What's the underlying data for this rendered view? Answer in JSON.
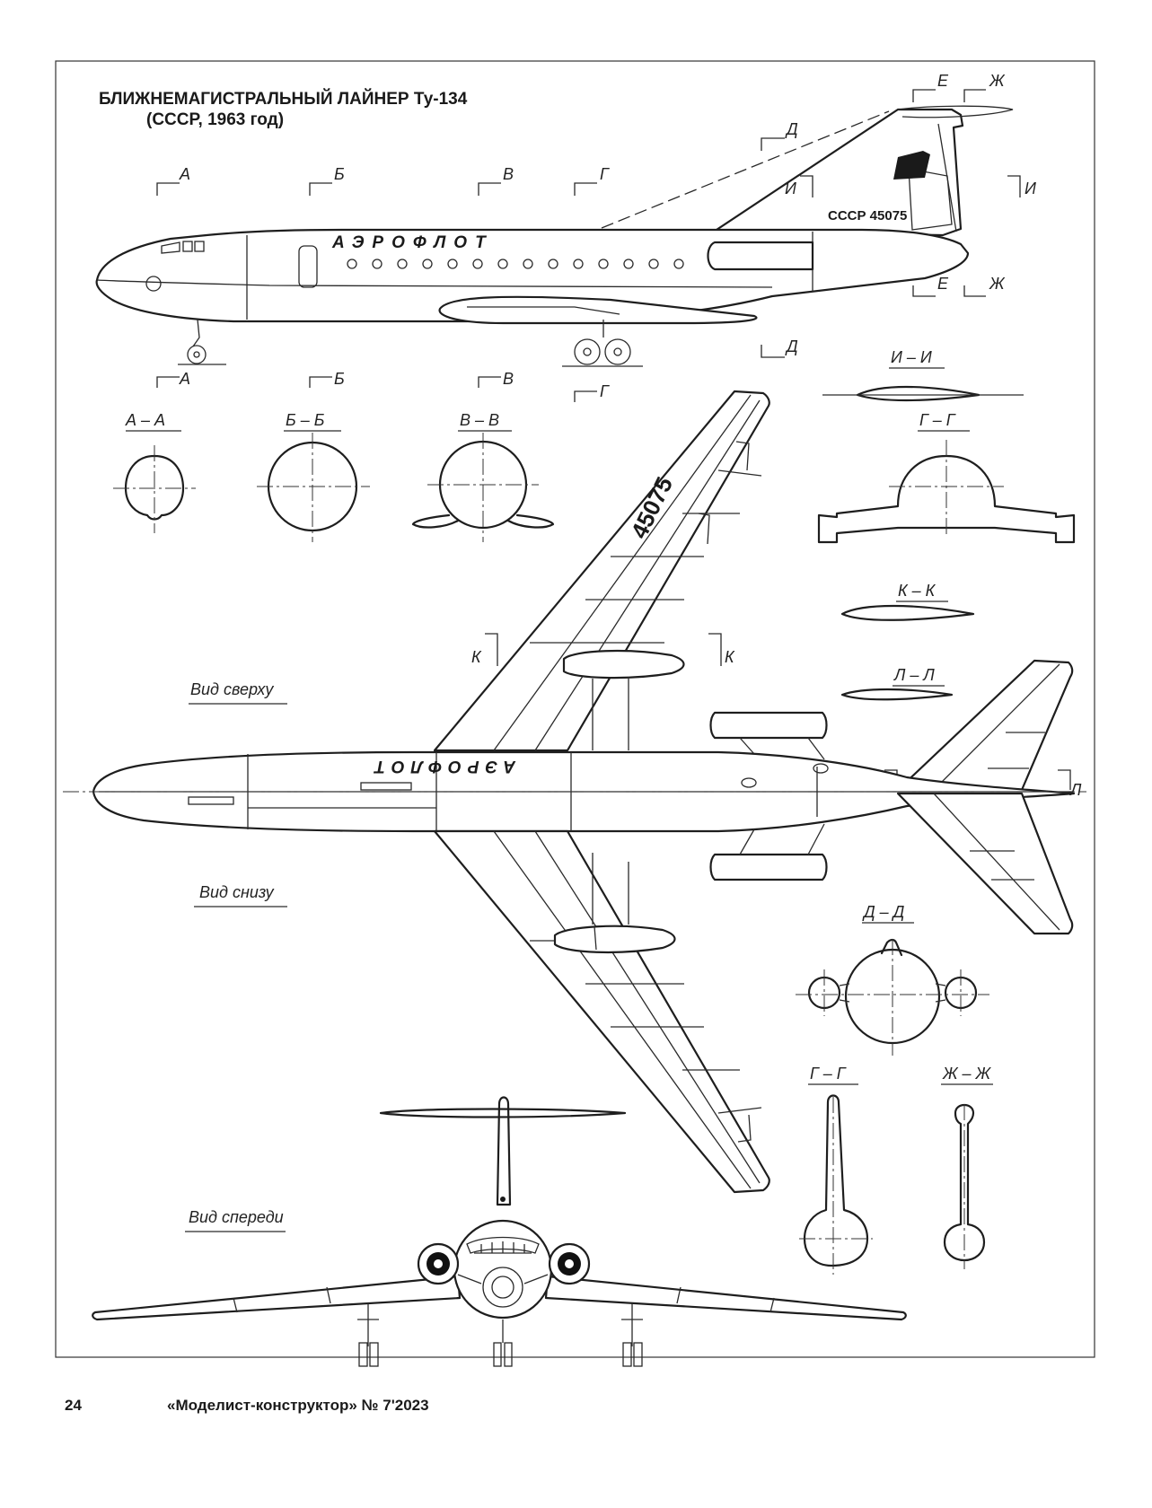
{
  "title": {
    "line1": "БЛИЖНЕМАГИСТРАЛЬНЫЙ ЛАЙНЕР Ту-134",
    "line2": "(СССР, 1963 год)"
  },
  "registration": "СССР 45075",
  "wing_number": "45075",
  "livery": "АЭРОФЛОТ",
  "cut_markers": {
    "a": "А",
    "b": "Б",
    "v": "В",
    "g": "Г",
    "d": "Д",
    "e": "Е",
    "zh": "Ж",
    "i": "И",
    "k": "К",
    "l": "Л"
  },
  "sections": {
    "aa": "А – А",
    "bb": "Б – Б",
    "vv": "В – В",
    "gg": "Г – Г",
    "dd": "Д – Д",
    "ii": "И – И",
    "kk": "К – К",
    "ll": "Л – Л",
    "gg2": "Г – Г",
    "zhzh": "Ж – Ж"
  },
  "views": {
    "top": "Вид сверху",
    "bottom": "Вид снизу",
    "front": "Вид спереди"
  },
  "footer": {
    "page": "24",
    "magazine": "«Моделист-конструктор» № 7'2023"
  }
}
